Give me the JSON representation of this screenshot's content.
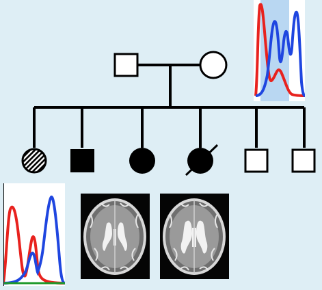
{
  "colors": {
    "background": "#deeef5",
    "line": "#000000",
    "trace_red": "#e8221e",
    "trace_blue": "#1f46e0",
    "trace_green": "#1f9a2c",
    "trace_highlight": "#b9d7f2"
  },
  "pedigree": {
    "parents": [
      {
        "sex": "male",
        "affected": false
      },
      {
        "sex": "female",
        "affected": false
      }
    ],
    "children": [
      {
        "sex": "female",
        "status": "hatched"
      },
      {
        "sex": "male",
        "status": "affected"
      },
      {
        "sex": "female",
        "status": "affected"
      },
      {
        "sex": "female",
        "status": "affected-deceased"
      },
      {
        "sex": "male",
        "status": "unaffected"
      },
      {
        "sex": "male",
        "status": "unaffected"
      }
    ]
  },
  "insets": {
    "chromatogram_icon": "sequencing-trace",
    "brain_scan_icon": "axial-brain-mri"
  }
}
